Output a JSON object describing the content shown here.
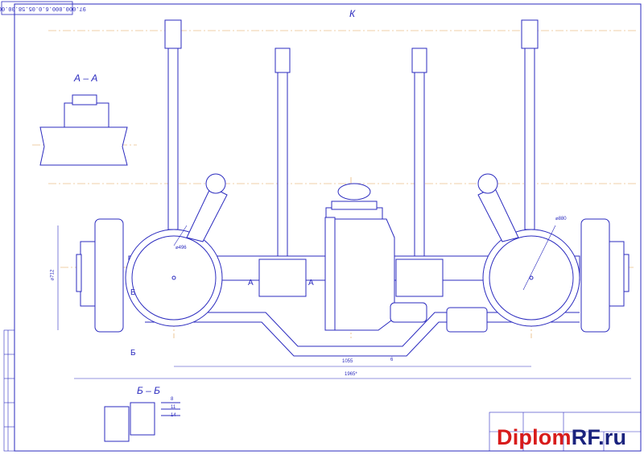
{
  "frame": {
    "stamp_text": "97.000.000.6.0.05.58.00.00.Ро"
  },
  "views": {
    "k": "К",
    "aa": "А – А",
    "bb": "Б – Б"
  },
  "section_marks": {
    "a_left": "А",
    "a_right": "А",
    "b_upper": "Б",
    "b_lower": "Б"
  },
  "dimensions": {
    "d_left_brake": "⌀496",
    "d_right_brake": "⌀880",
    "d_flange": "⌀712",
    "track": "1055",
    "total": "1965*",
    "tube": "6"
  },
  "callouts": [
    "8",
    "11",
    "14"
  ],
  "watermark": {
    "text_red": "Diplom",
    "text_blue": "RF.ru",
    "red": "#d81b1b",
    "blue": "#1a237e"
  },
  "colors": {
    "line": "#2b2bbf",
    "axis": "#e0a050",
    "fill": "#e8e8f4"
  }
}
